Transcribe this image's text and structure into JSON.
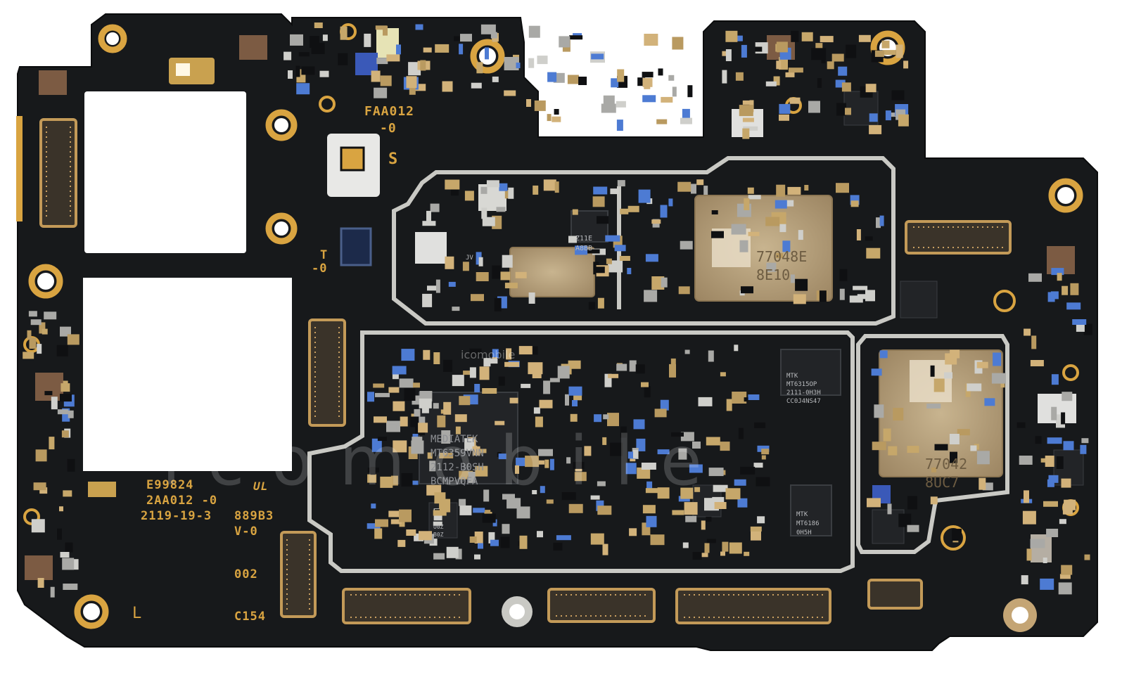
{
  "board": {
    "pcb_color": "#17191b",
    "pad_gold": "#d9a441",
    "shield_color": "#c9c9c4",
    "chip_color": "#1d1f22",
    "soc_lid_color": "#b9a27d"
  },
  "silkscreen": {
    "part_id": "E99824",
    "board_rev": "2AA012  -0",
    "date_code": "2119-19-3",
    "code_889": "889B3",
    "version": "V-0",
    "label_002": "002",
    "label_c154": "C154",
    "label_faa_line1": "FAA012",
    "label_faa_line2": "-0",
    "label_s": "S",
    "label_t": "T",
    "label_t_rev": "-0",
    "label_l": "L",
    "ul_mark": "UL"
  },
  "chips": {
    "pmic_main": [
      "MEDIATEK",
      "MT6359VNN",
      "2112-B0SH",
      "BCMPVQFA"
    ],
    "mtk_small": [
      "MTK",
      "MT6315OP",
      "2111-0H3H",
      "CC0J4NS47"
    ],
    "mtk_bottom": [
      "MTK",
      "MT6186",
      "0H5H"
    ],
    "soc_top": [
      "77048E",
      "8E10"
    ],
    "soc_right": [
      "77042",
      "8UC7"
    ],
    "chip_z11": [
      "Z11E",
      "A8BB"
    ],
    "chip_uw": [
      "U0Z",
      "B0Z"
    ],
    "chip_jv": "JV"
  },
  "watermark": {
    "text": "icomobile",
    "small": "icomobile"
  }
}
